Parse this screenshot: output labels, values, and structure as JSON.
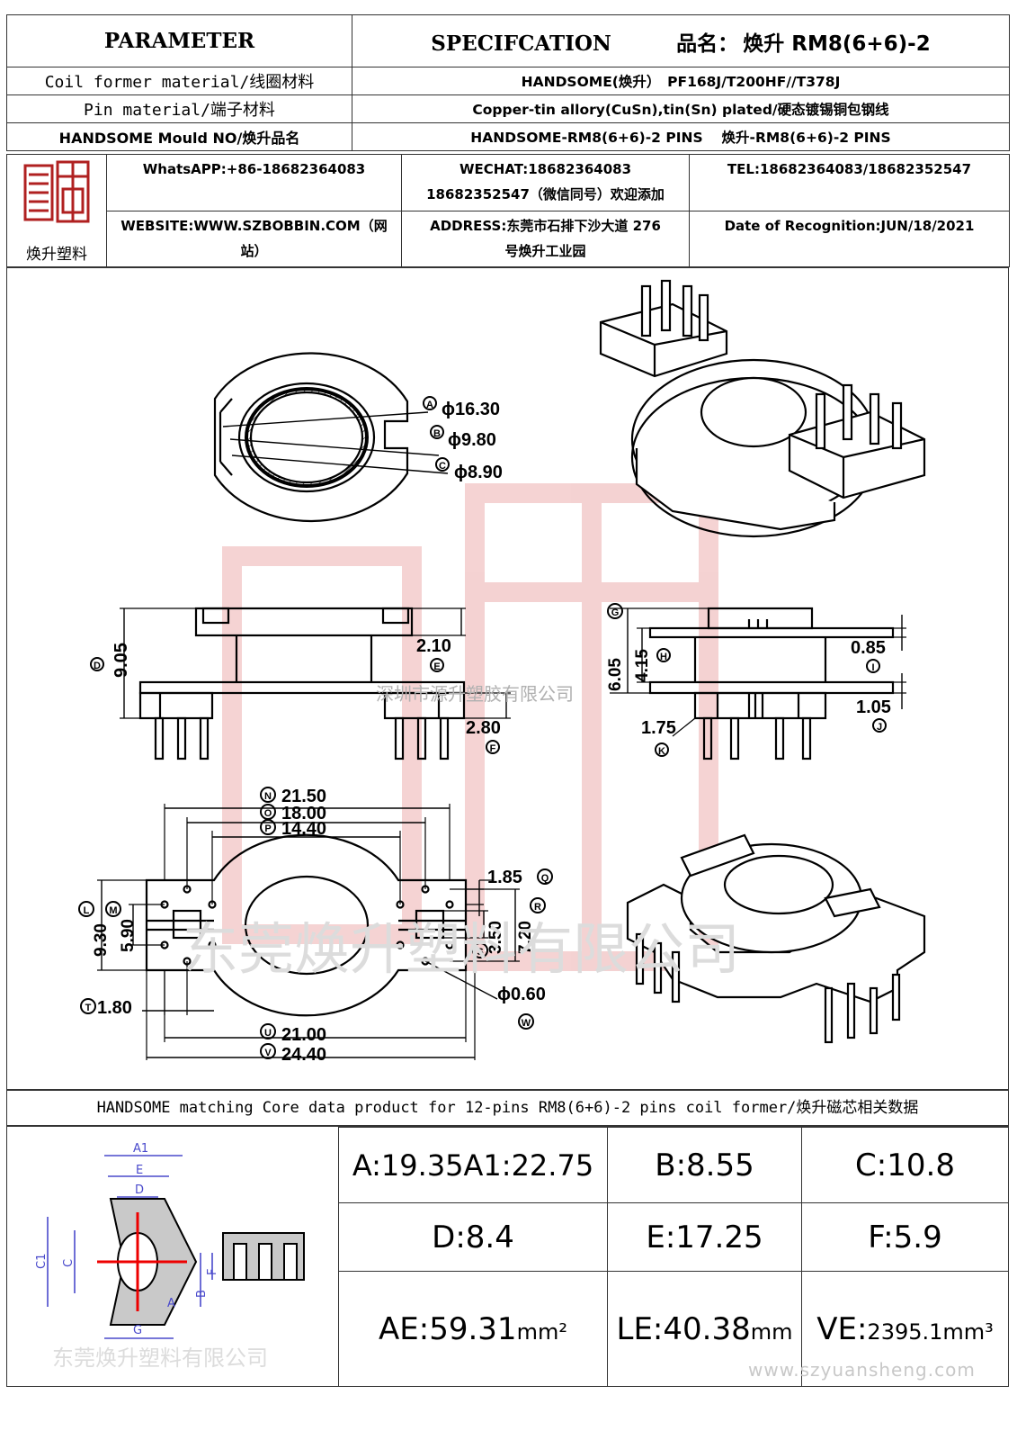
{
  "header": {
    "parameter": "PARAMETER",
    "specification": "SPECIFCATION",
    "product_name_label": "品名：",
    "product_name": "焕升 RM8(6+6)-2",
    "rows": [
      {
        "label": "Coil former material/线圈材料",
        "value": "HANDSOME(焕升）　PF168J/T200HF//T378J"
      },
      {
        "label": "Pin material/端子材料",
        "value": "Copper-tin allory(CuSn),tin(Sn) plated/硬态镀锡铜包钢线"
      },
      {
        "label": "HANDSOME Mould NO/焕升品名",
        "value": "HANDSOME-RM8(6+6)-2 PINS　 焕升-RM8(6+6)-2 PINS"
      }
    ]
  },
  "logo": {
    "caption": "焕升塑料",
    "color": "#b02020"
  },
  "contact": {
    "whatsapp": "WhatsAPP:+86-18682364083",
    "wechat_line1": "WECHAT:18682364083",
    "wechat_line2": "18682352547（微信同号）欢迎添加",
    "tel": "TEL:18682364083/18682352547",
    "website_line1": "WEBSITE:WWW.SZBOBBIN.COM（网",
    "website_line2": "站）",
    "address_line1": "ADDRESS:东莞市石排下沙大道 276",
    "address_line2": "号焕升工业园",
    "date": "Date of Recognition:JUN/18/2021"
  },
  "drawing": {
    "watermark_mid": "深圳市源升塑胶有限公司",
    "watermark_big": "东莞焕升塑料有限公司",
    "top_view": {
      "A": {
        "letter": "A",
        "value": "ϕ16.30"
      },
      "B": {
        "letter": "B",
        "value": "ϕ9.80"
      },
      "C": {
        "letter": "C",
        "value": "ϕ8.90"
      }
    },
    "side_view": {
      "D": {
        "letter": "D",
        "value": "9.05"
      },
      "E": {
        "letter": "E",
        "value": "2.10"
      },
      "F": {
        "letter": "F",
        "value": "2.80"
      }
    },
    "side_view2": {
      "G": {
        "letter": "G",
        "value": "6.05"
      },
      "H": {
        "letter": "H",
        "value": "4.15"
      },
      "I": {
        "letter": "I",
        "value": "0.85"
      },
      "J": {
        "letter": "J",
        "value": "1.05"
      },
      "K": {
        "letter": "K",
        "value": "1.75"
      }
    },
    "bottom_view": {
      "N": {
        "letter": "N",
        "value": "21.50"
      },
      "O": {
        "letter": "O",
        "value": "18.00"
      },
      "P": {
        "letter": "P",
        "value": "14.40"
      },
      "L": {
        "letter": "L",
        "value": "9.30"
      },
      "M": {
        "letter": "M",
        "value": "5.90"
      },
      "Q": {
        "letter": "Q",
        "value": "1.85"
      },
      "R": {
        "letter": "R",
        "value": "7.20"
      },
      "S": {
        "letter": "S",
        "value": "3.50"
      },
      "T": {
        "letter": "T",
        "value": "1.80"
      },
      "U": {
        "letter": "U",
        "value": "21.00"
      },
      "V": {
        "letter": "V",
        "value": "24.40"
      },
      "W": {
        "letter": "W",
        "value": "ϕ0.60"
      }
    }
  },
  "matching": {
    "title": "HANDSOME matching Core data  product for 12-pins RM8(6+6)-2 pins coil former/焕升磁芯相关数据"
  },
  "core_sketch": {
    "labels": [
      "A1",
      "E",
      "D",
      "C1",
      "C",
      "A",
      "G",
      "F",
      "B"
    ],
    "watermark": "东莞焕升塑料有限公司"
  },
  "core_data": {
    "A": "A:19.35A1:22.75",
    "B": "B:8.55",
    "C": "C:10.8",
    "D": "D:8.4",
    "E": "E:17.25",
    "F": "F:5.9",
    "AE": "AE:59.31",
    "AE_unit": "mm²",
    "LE": "LE:40.38",
    "LE_unit": "mm",
    "VE": "VE:",
    "VE_value": "2395.1mm³"
  },
  "footer": {
    "website": "www.szyuansheng.com"
  }
}
